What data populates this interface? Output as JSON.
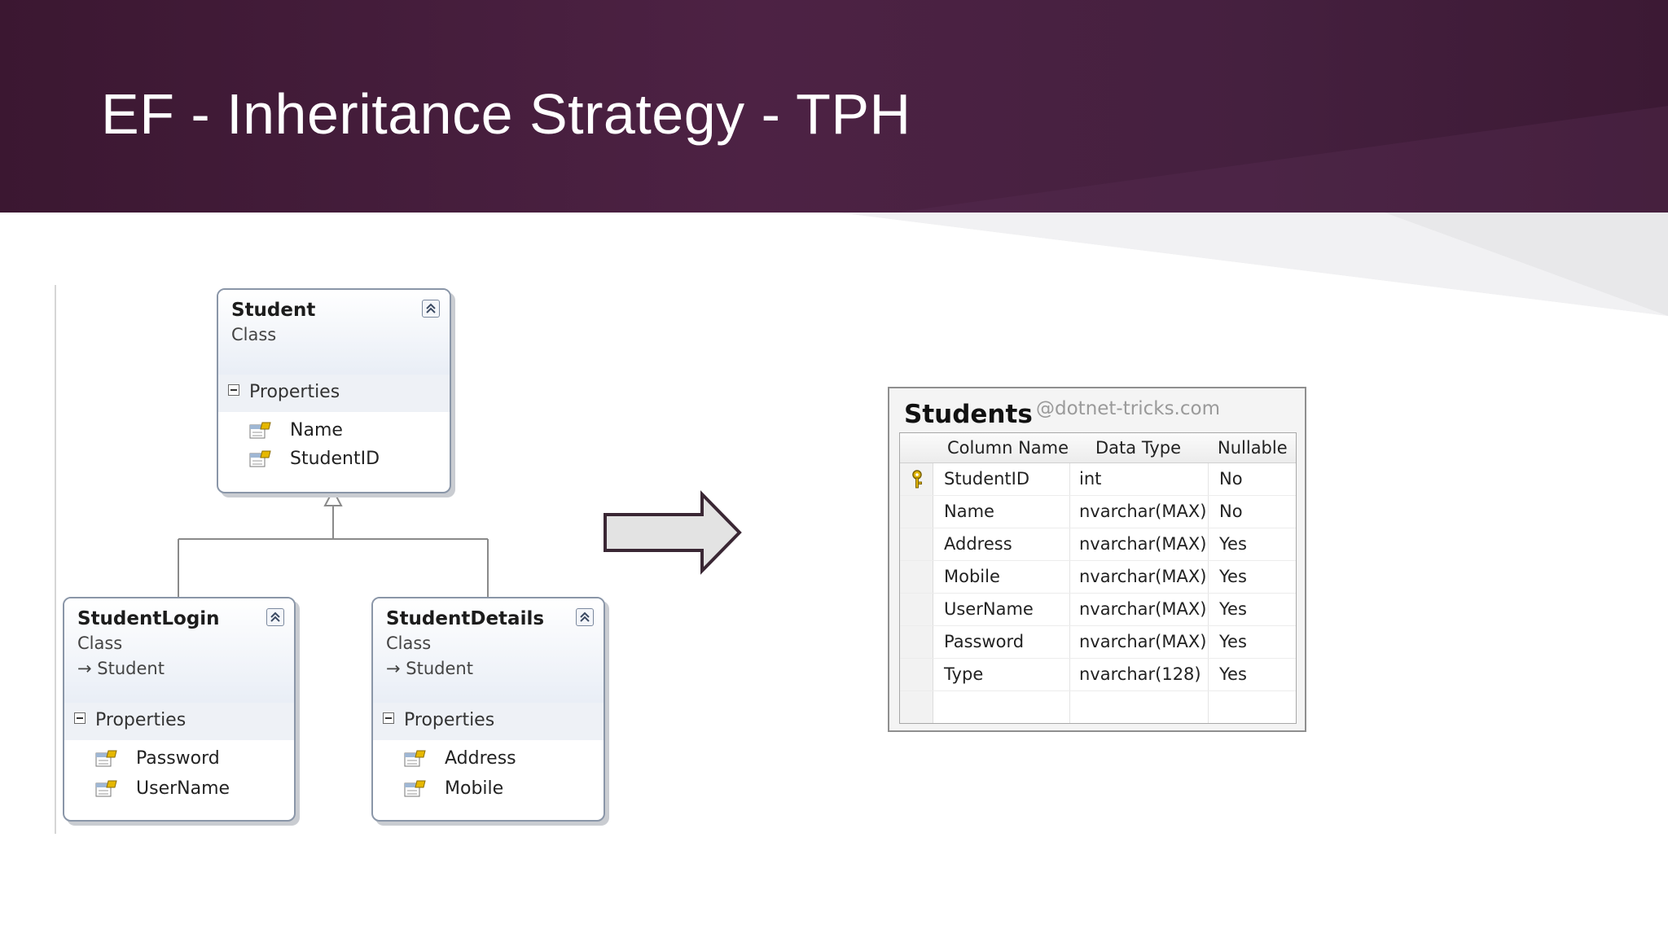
{
  "slide": {
    "title": "EF - Inheritance Strategy - TPH"
  },
  "colors": {
    "banner": "#45203f",
    "banner_text": "#ffffff",
    "class_border": "#8a96a8",
    "arrow_fill": "#e3e3e3",
    "arrow_stroke": "#3a2734"
  },
  "diagram": {
    "base_class": {
      "name": "Student",
      "kind": "Class",
      "section": "Properties",
      "properties": [
        "Name",
        "StudentID"
      ]
    },
    "derived_classes": [
      {
        "name": "StudentLogin",
        "kind": "Class",
        "base": "Student",
        "section": "Properties",
        "properties": [
          "Password",
          "UserName"
        ]
      },
      {
        "name": "StudentDetails",
        "kind": "Class",
        "base": "Student",
        "section": "Properties",
        "properties": [
          "Address",
          "Mobile"
        ]
      }
    ]
  },
  "table": {
    "name": "Students",
    "watermark": "@dotnet-tricks.com",
    "columns": [
      "Column Name",
      "Data Type",
      "Nullable"
    ],
    "rows": [
      {
        "name": "StudentID",
        "type": "int",
        "nullable": "No",
        "primary_key": true
      },
      {
        "name": "Name",
        "type": "nvarchar(MAX)",
        "nullable": "No"
      },
      {
        "name": "Address",
        "type": "nvarchar(MAX)",
        "nullable": "Yes"
      },
      {
        "name": "Mobile",
        "type": "nvarchar(MAX)",
        "nullable": "Yes"
      },
      {
        "name": "UserName",
        "type": "nvarchar(MAX)",
        "nullable": "Yes"
      },
      {
        "name": "Password",
        "type": "nvarchar(MAX)",
        "nullable": "Yes"
      },
      {
        "name": "Type",
        "type": "nvarchar(128)",
        "nullable": "Yes"
      }
    ]
  },
  "icons": {
    "collapse": "double-chevron-up-icon",
    "section_toggle": "minus-box-icon",
    "property": "property-icon",
    "primary_key": "key-icon",
    "transform_arrow": "right-arrow-icon",
    "inheritance": "inheritance-arrow-icon"
  }
}
